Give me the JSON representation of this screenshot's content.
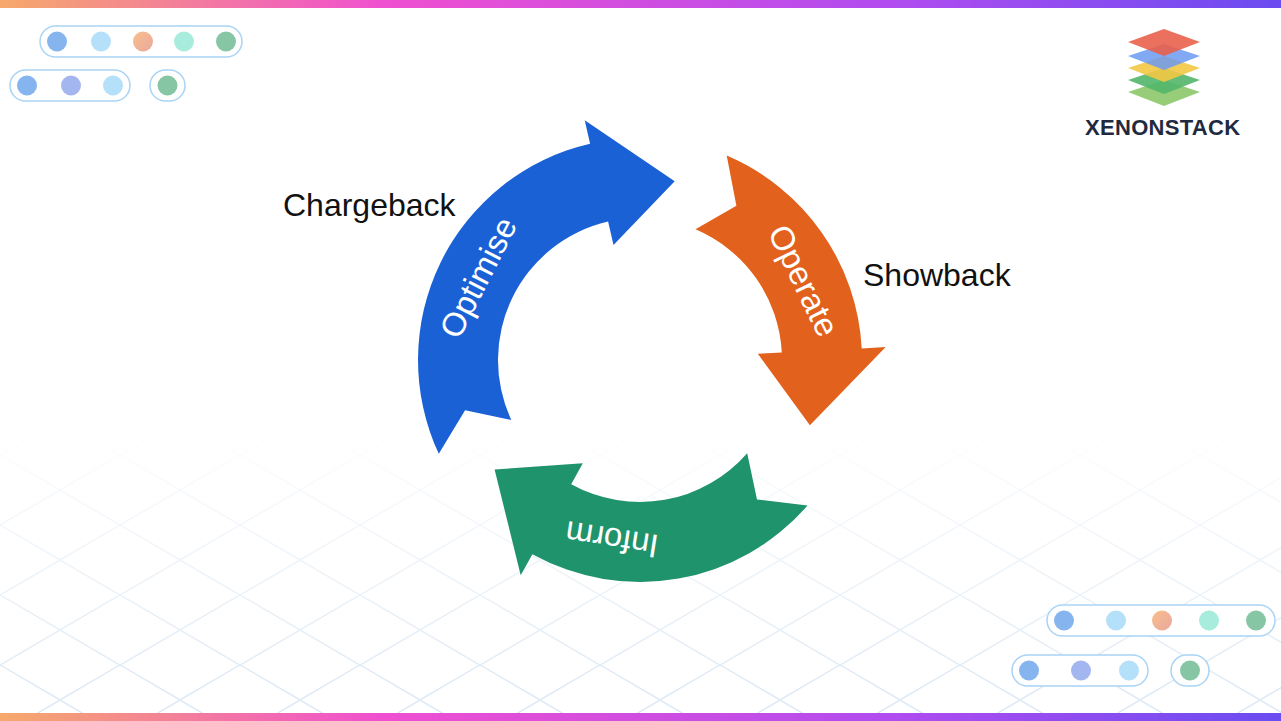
{
  "diagram": {
    "nodes": [
      {
        "text": [
          "Optimise"
        ]
      },
      {
        "text": [
          "Operate"
        ]
      },
      {
        "text": [
          "Inform"
        ]
      }
    ],
    "labels": [
      "Chargeback",
      "Showback",
      "XENONSTACK"
    ]
  }
}
